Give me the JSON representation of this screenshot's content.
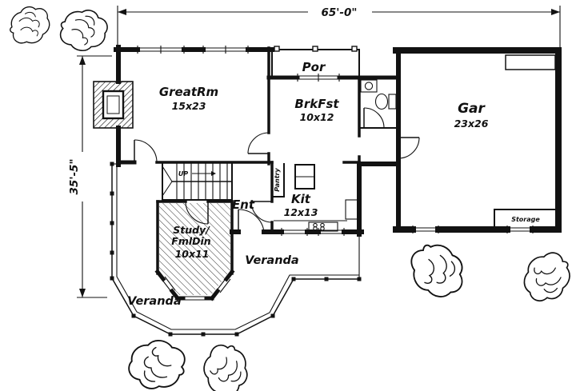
{
  "dimensions": {
    "overall_width": "65'-0\"",
    "overall_height": "35'-5\""
  },
  "rooms": {
    "great_room": {
      "label": "GreatRm",
      "size": "15x23"
    },
    "porch": {
      "label": "Por"
    },
    "breakfast": {
      "label": "BrkFst",
      "size": "10x12"
    },
    "garage": {
      "label": "Gar",
      "size": "23x26"
    },
    "storage": {
      "label": "Storage"
    },
    "entry": {
      "label": "Ent"
    },
    "kitchen": {
      "label": "Kit",
      "size": "12x13"
    },
    "pantry": {
      "label": "Pantry"
    },
    "study": {
      "label_top": "Study/",
      "label_bottom": "FmlDin",
      "size": "10x11"
    },
    "stairs": {
      "label": "UP"
    },
    "veranda_front": {
      "label": "Veranda"
    },
    "veranda_side": {
      "label": "Veranda"
    }
  }
}
